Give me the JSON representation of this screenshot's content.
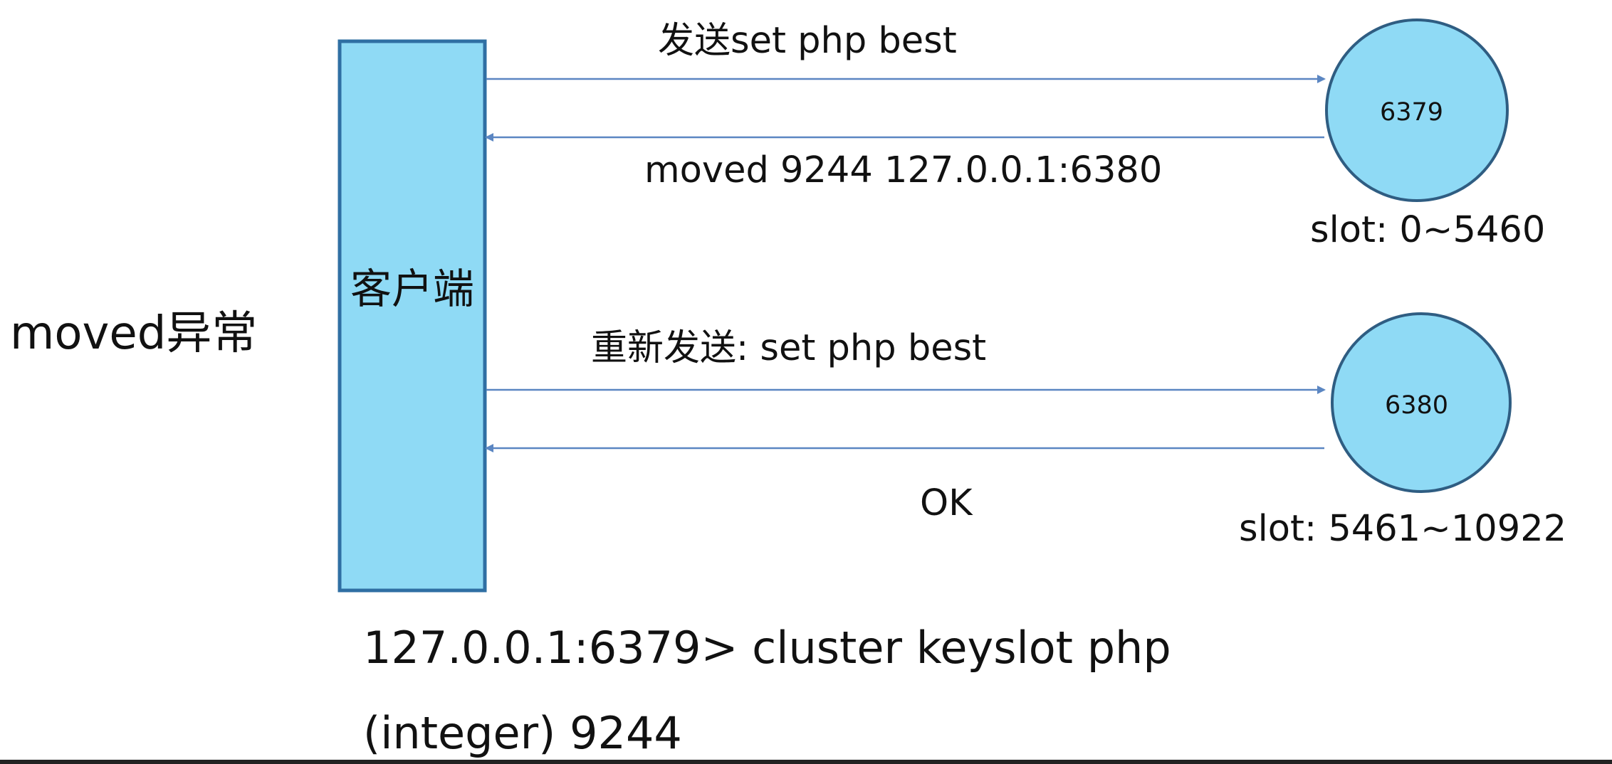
{
  "page_label": "moved异常",
  "client": {
    "label": "客户端",
    "fill_color": "#8fdaf5",
    "border_color": "#2f6fa3"
  },
  "nodes": [
    {
      "port_label": "6379",
      "slot_range": "slot: 0~5460"
    },
    {
      "port_label": "6380",
      "slot_range": "slot: 5461~10922"
    }
  ],
  "node_fill_color": "#8fdaf5",
  "node_border_color": "#2f5d82",
  "arrow_color": "#5b86c2",
  "messages": {
    "send": "发送set php best",
    "moved": "moved 9244 127.0.0.1:6380",
    "resend": "重新发送: set php best",
    "ok": "OK"
  },
  "terminal": {
    "command": "127.0.0.1:6379> cluster keyslot php",
    "result": "(integer) 9244"
  }
}
